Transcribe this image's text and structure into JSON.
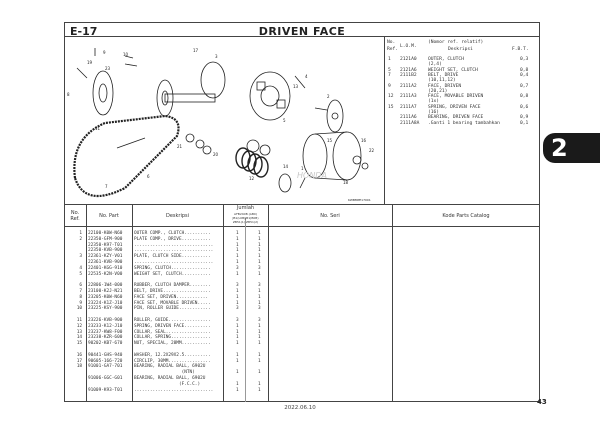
{
  "header": {
    "section_code": "E-17",
    "title": "DRIVEN FACE"
  },
  "diagram": {
    "code": "KWBMPE17001",
    "watermark": "HONDA"
  },
  "callouts": [
    "1",
    "2",
    "3",
    "4",
    "5",
    "6",
    "7",
    "8",
    "9",
    "10",
    "11",
    "12",
    "13",
    "14",
    "15",
    "16",
    "17",
    "18",
    "19",
    "20",
    "21",
    "22",
    "23"
  ],
  "ref_panel": {
    "headers": {
      "no": "No.",
      "ref": "Ref.",
      "lom": "L.O.M.",
      "note": "(Nomor ref. relatif)",
      "desc": "Deskripsi",
      "fbt": "F.B.T."
    },
    "rows": [
      {
        "no": "1",
        "lom": "2121A0",
        "desc": "OUTER, CLUTCH",
        "fbt": "0,3"
      },
      {
        "no": "",
        "lom": "",
        "desc": "(2,4)",
        "fbt": ""
      },
      {
        "no": "5",
        "lom": "2121A6",
        "desc": "WEIGHT SET, CLUTCH",
        "fbt": "0,8"
      },
      {
        "no": "7",
        "lom": "2111B2",
        "desc": "BELT, DRIVE",
        "fbt": "0,4"
      },
      {
        "no": "",
        "lom": "",
        "desc": "(10,11,12)",
        "fbt": ""
      },
      {
        "no": "9",
        "lom": "2111A2",
        "desc": "FACE, DRIVEN",
        "fbt": "0,7"
      },
      {
        "no": "",
        "lom": "",
        "desc": "(20,21)",
        "fbt": ""
      },
      {
        "no": "12",
        "lom": "2111A3",
        "desc": "FACE, MOVABLE DRIVEN",
        "fbt": "0,8"
      },
      {
        "no": "",
        "lom": "",
        "desc": "(1x)",
        "fbt": ""
      },
      {
        "no": "15",
        "lom": "2111A7",
        "desc": "SPRING, DRIVEN FACE",
        "fbt": "0,6"
      },
      {
        "no": "",
        "lom": "",
        "desc": "(16)",
        "fbt": ""
      },
      {
        "no": "",
        "lom": "2111A6",
        "desc": "BEARING, DRIVEN FACE",
        "fbt": "0,9"
      },
      {
        "no": "",
        "lom": "2111A8A",
        "desc": ".Ganti 1 bearing tambahkan",
        "fbt": "0,1"
      }
    ]
  },
  "parts_table": {
    "headers": {
      "ref": "No.\nRef.",
      "part": "No. Part",
      "desc": "Deskripsi",
      "qty_title": "Jumlah",
      "qty_sub1": "AFB240B (AB0)",
      "qty_sub2": "JB1(L0B)JB1(B0B)",
      "qty_sub3": "ZB51(1) ZB51(2)",
      "serial": "No. Seri",
      "catalog": "Kode Parts Catalog"
    },
    "rows": [
      {
        "ref": "1",
        "part": "22100-K0W-N60",
        "desc": "OUTER COMP., CLUTCH..........",
        "q1": "1",
        "q2": "1"
      },
      {
        "ref": "2",
        "part": "22350-GFM-900",
        "desc": "PLATE COMP., DRIVE...........",
        "q1": "1",
        "q2": "1"
      },
      {
        "ref": "",
        "part": "22350-K97-T01",
        "desc": "..............................",
        "q1": "1",
        "q2": "1"
      },
      {
        "ref": "",
        "part": "22350-KVB-900",
        "desc": "..............................",
        "q1": "1",
        "q2": "1"
      },
      {
        "ref": "3",
        "part": "22361-KZY-V01",
        "desc": "PLATE, CLUTCH SIDE...........",
        "q1": "1",
        "q2": "1"
      },
      {
        "ref": "",
        "part": "22361-KVB-900",
        "desc": "..............................",
        "q1": "1",
        "q2": "1"
      },
      {
        "ref": "4",
        "part": "22401-KGG-910",
        "desc": "SPRING, CLUTCH...............",
        "q1": "3",
        "q2": "3"
      },
      {
        "ref": "5",
        "part": "22535-K2N-V00",
        "desc": "WEIGHT SET, CLUTCH...........",
        "q1": "1",
        "q2": "1"
      },
      {
        "ref": "",
        "part": "",
        "desc": "",
        "q1": "",
        "q2": ""
      },
      {
        "ref": "6",
        "part": "22806-1W4-000",
        "desc": "RUBBER, CLUTCH DAMPER........",
        "q1": "3",
        "q2": "3"
      },
      {
        "ref": "7",
        "part": "23100-K2J-N21",
        "desc": "BELT, DRIVE..................",
        "q1": "1",
        "q2": "1"
      },
      {
        "ref": "8",
        "part": "23205-K0W-N60",
        "desc": "FACE SET, DRIVEN............",
        "q1": "1",
        "q2": "1"
      },
      {
        "ref": "9",
        "part": "23224-K1Z-J10",
        "desc": "FACE SET, MOVABLE DRIVEN.....",
        "q1": "1",
        "q2": "1"
      },
      {
        "ref": "10",
        "part": "23225-KSY-900",
        "desc": "PIN, ROLLER GUIDE............",
        "q1": "3",
        "q2": "3"
      },
      {
        "ref": "",
        "part": "",
        "desc": "",
        "q1": "",
        "q2": ""
      },
      {
        "ref": "11",
        "part": "23226-KVB-900",
        "desc": "ROLLER, GUIDE................",
        "q1": "3",
        "q2": "3"
      },
      {
        "ref": "12",
        "part": "23233-K12-J10",
        "desc": "SPRING, DRIVEN FACE..........",
        "q1": "1",
        "q2": "1"
      },
      {
        "ref": "13",
        "part": "23237-KW8-F00",
        "desc": "COLLAR, SEAL.................",
        "q1": "1",
        "q2": "1"
      },
      {
        "ref": "14",
        "part": "23238-KZR-600",
        "desc": "COLLAR, SPRING...............",
        "q1": "1",
        "q2": "1"
      },
      {
        "ref": "15",
        "part": "90202-KB7-670",
        "desc": "NUT, SPECIAL, 28MM...........",
        "q1": "1",
        "q2": "1"
      },
      {
        "ref": "",
        "part": "",
        "desc": "",
        "q1": "",
        "q2": ""
      },
      {
        "ref": "16",
        "part": "90441-GHS-940",
        "desc": "WASHER, 12.2X29X2.5..........",
        "q1": "1",
        "q2": "1"
      },
      {
        "ref": "17",
        "part": "90605-166-720",
        "desc": "CIRCLIP, 30MM................",
        "q1": "1",
        "q2": "1"
      },
      {
        "ref": "18",
        "part": "91001-GA7-701",
        "desc": "BEARING, RADIAL BALL, 6902U",
        "q1": "",
        "q2": ""
      },
      {
        "ref": "",
        "part": "",
        "desc": "                  (NTN)",
        "q1": "1",
        "q2": "1"
      },
      {
        "ref": "",
        "part": "91006-GGC-G01",
        "desc": "BEARING, RADIAL BALL, 6902U",
        "q1": "",
        "q2": ""
      },
      {
        "ref": "",
        "part": "",
        "desc": "                 (F.C.C.)",
        "q1": "1",
        "q2": "1"
      },
      {
        "ref": "",
        "part": "91009-K93-T01",
        "desc": "..............................",
        "q1": "1",
        "q2": "1"
      }
    ]
  },
  "side_tab": {
    "label": "2"
  },
  "footer": {
    "date": "2022.06.10",
    "page": "43"
  }
}
